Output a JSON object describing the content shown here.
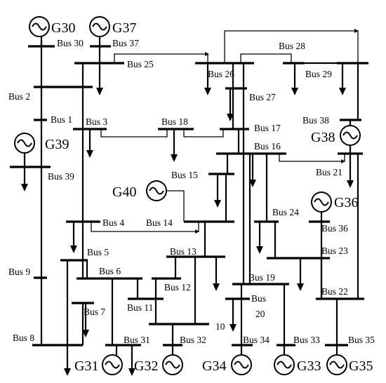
{
  "buses": [
    {
      "id": "bus30",
      "label": "Bus 30"
    },
    {
      "id": "bus37",
      "label": "Bus 37"
    },
    {
      "id": "bus25",
      "label": "Bus 25"
    },
    {
      "id": "bus26",
      "label": "Bus 26"
    },
    {
      "id": "bus28",
      "label": "Bus 28"
    },
    {
      "id": "bus29",
      "label": "Bus 29"
    },
    {
      "id": "bus2",
      "label": "Bus 2"
    },
    {
      "id": "bus27",
      "label": "Bus 27"
    },
    {
      "id": "bus1",
      "label": "Bus 1"
    },
    {
      "id": "bus3",
      "label": "Bus 3"
    },
    {
      "id": "bus18",
      "label": "Bus 18"
    },
    {
      "id": "bus17",
      "label": "Bus 17"
    },
    {
      "id": "bus38",
      "label": "Bus 38"
    },
    {
      "id": "bus16",
      "label": "Bus 16"
    },
    {
      "id": "bus39",
      "label": "Bus 39"
    },
    {
      "id": "bus21",
      "label": "Bus 21"
    },
    {
      "id": "bus15",
      "label": "Bus 15"
    },
    {
      "id": "bus24",
      "label": "Bus 24"
    },
    {
      "id": "bus4",
      "label": "Bus 4"
    },
    {
      "id": "bus14",
      "label": "Bus 14"
    },
    {
      "id": "bus36",
      "label": "Bus 36"
    },
    {
      "id": "bus5",
      "label": "Bus 5"
    },
    {
      "id": "bus13",
      "label": "Bus 13"
    },
    {
      "id": "bus23",
      "label": "Bus 23"
    },
    {
      "id": "bus9",
      "label": "Bus 9"
    },
    {
      "id": "bus6",
      "label": "Bus 6"
    },
    {
      "id": "bus19",
      "label": "Bus 19"
    },
    {
      "id": "bus12",
      "label": "Bus 12"
    },
    {
      "id": "bus22",
      "label": "Bus 22"
    },
    {
      "id": "bus11",
      "label": "Bus 11"
    },
    {
      "id": "bus7",
      "label": "Bus 7"
    },
    {
      "id": "bus20_a",
      "label": "Bus"
    },
    {
      "id": "bus20_b",
      "label": "20"
    },
    {
      "id": "bus10",
      "label": "10"
    },
    {
      "id": "bus8",
      "label": "Bus 8"
    },
    {
      "id": "bus31",
      "label": "Bus 31"
    },
    {
      "id": "bus32",
      "label": "Bus 32"
    },
    {
      "id": "bus34",
      "label": "Bus 34"
    },
    {
      "id": "bus33",
      "label": "Bus 33"
    },
    {
      "id": "bus35",
      "label": "Bus 35"
    }
  ],
  "generators": [
    {
      "id": "g30",
      "label": "G30"
    },
    {
      "id": "g37",
      "label": "G37"
    },
    {
      "id": "g39",
      "label": "G39"
    },
    {
      "id": "g38",
      "label": "G38"
    },
    {
      "id": "g40",
      "label": "G40"
    },
    {
      "id": "g36",
      "label": "G36"
    },
    {
      "id": "g31",
      "label": "G31"
    },
    {
      "id": "g32",
      "label": "G32"
    },
    {
      "id": "g34",
      "label": "G34"
    },
    {
      "id": "g33",
      "label": "G33"
    },
    {
      "id": "g35",
      "label": "G35"
    }
  ]
}
